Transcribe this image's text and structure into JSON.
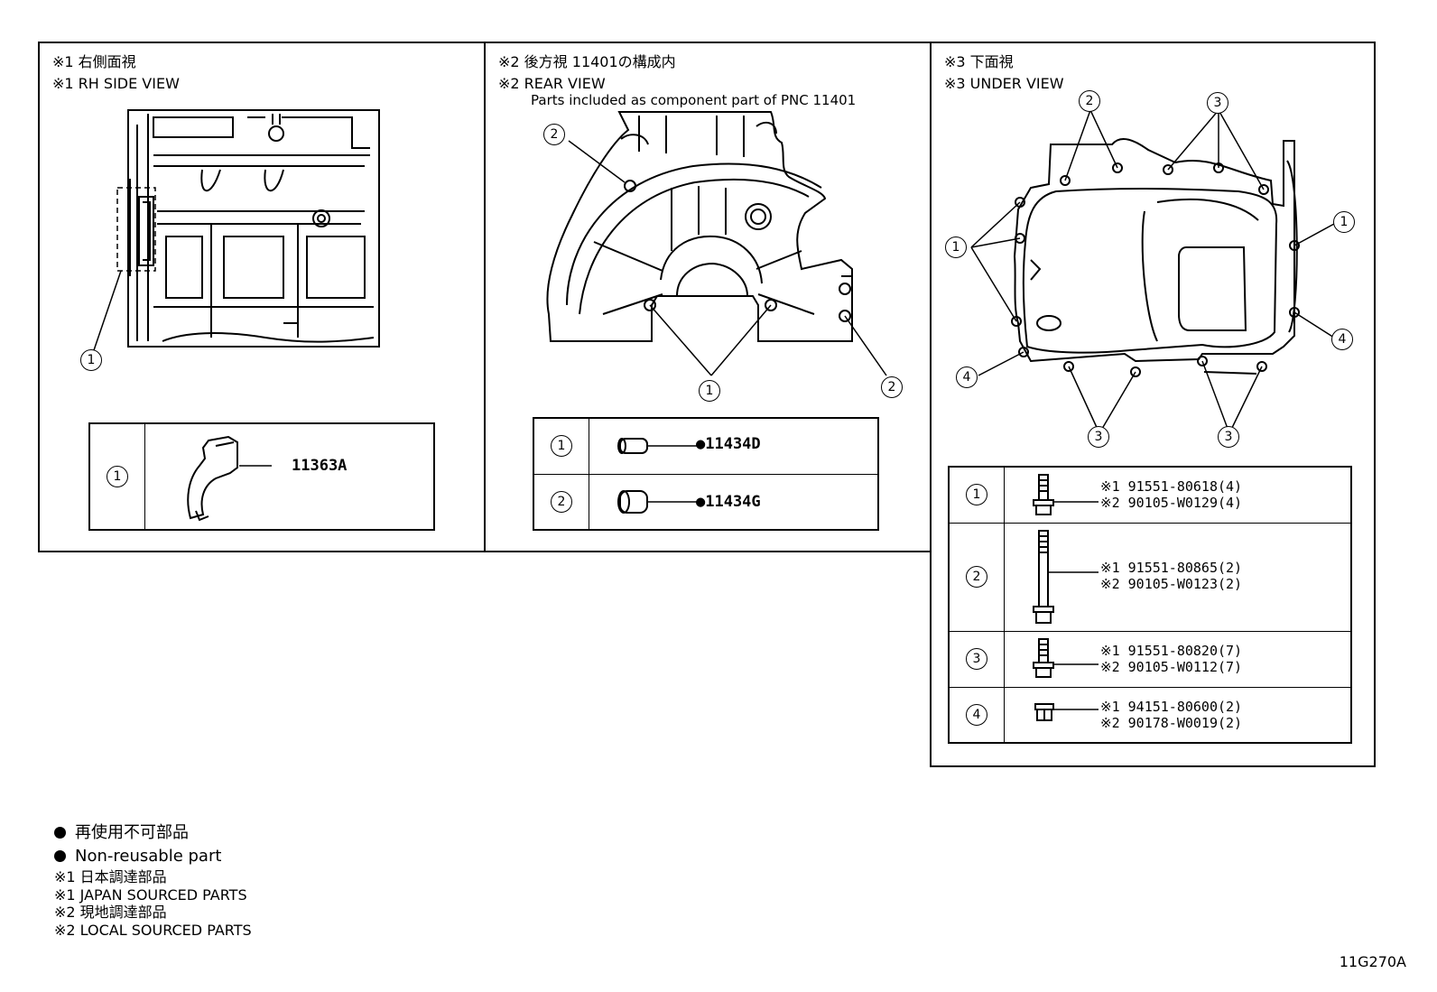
{
  "panels": [
    {
      "title_jp": "※1 右側面視",
      "title_en": "※1 RH SIDE VIEW",
      "callouts": [
        "1"
      ],
      "parts": [
        {
          "num": "1",
          "pn": "11363A"
        }
      ]
    },
    {
      "title_jp": "※2 後方視 11401の構成内",
      "title_en": "※2 REAR VIEW",
      "subtitle": "Parts included as component part of PNC 11401",
      "callouts": [
        "2",
        "1",
        "2"
      ],
      "parts": [
        {
          "num": "1",
          "pn": "●11434D"
        },
        {
          "num": "2",
          "pn": "●11434G"
        }
      ]
    },
    {
      "title_jp": "※3 下面視",
      "title_en": "※3 UNDER VIEW",
      "callouts": [
        "2",
        "3",
        "1",
        "1",
        "4",
        "4",
        "3",
        "3"
      ],
      "parts": [
        {
          "num": "1",
          "pn1": "※1 91551-80618(4)",
          "pn2": "※2 90105-W0129(4)"
        },
        {
          "num": "2",
          "pn1": "※1 91551-80865(2)",
          "pn2": "※2 90105-W0123(2)"
        },
        {
          "num": "3",
          "pn1": "※1 91551-80820(7)",
          "pn2": "※2 90105-W0112(7)"
        },
        {
          "num": "4",
          "pn1": "※1 94151-80600(2)",
          "pn2": "※2 90178-W0019(2)"
        }
      ]
    }
  ],
  "legend": {
    "nonreuse_jp": "再使用不可部品",
    "nonreuse_en": "Non-reusable part",
    "l1": "※1  日本調達部品",
    "l2": "※1  JAPAN SOURCED PARTS",
    "l3": "※2  現地調達部品",
    "l4": "※2  LOCAL SOURCED PARTS"
  },
  "diagram_code": "11G270A"
}
